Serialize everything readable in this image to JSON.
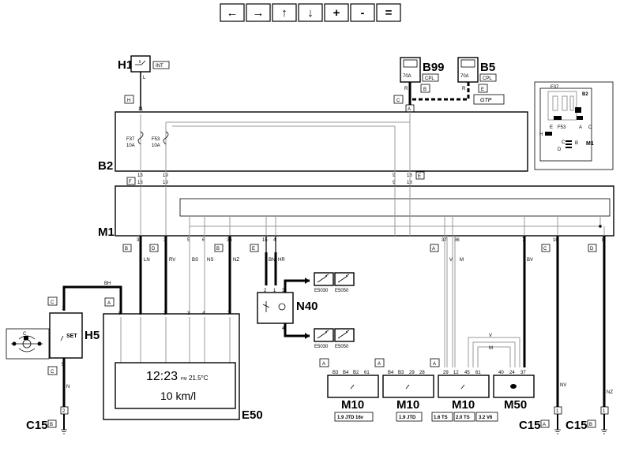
{
  "toolbar": {
    "left": "←",
    "right": "→",
    "up": "↑",
    "down": "↓",
    "zoom_in": "+",
    "zoom_out": "-",
    "reset": "="
  },
  "components": {
    "H1": "H1",
    "H1_tag": "INT",
    "B99": "B99",
    "B99_amp": "70A",
    "B99_tag": "CPL",
    "B5": "B5",
    "B5_amp": "70A",
    "B5_tag": "CPL",
    "gtp": "GTP",
    "B2": "B2",
    "M1": "M1",
    "N40": "N40",
    "H5": "H5",
    "H5_set": "SET",
    "E50": "E50",
    "M50": "M50",
    "M10": "M10",
    "C15": "C15"
  },
  "fuses": {
    "f37": "F37",
    "f37_amp": "10A",
    "f53": "F53",
    "f53_amp": "10A"
  },
  "connectors": {
    "H": "H",
    "C": "C",
    "B": "B",
    "E": "E",
    "F": "F",
    "D": "D",
    "A": "A"
  },
  "pins": {
    "p11": "11",
    "p13": "13",
    "p19": "19",
    "p9": "9",
    "p18": "18",
    "p31": "31",
    "p3": "3",
    "p5": "5",
    "p6": "6",
    "p36": "36",
    "p15": "15",
    "p4": "4",
    "p37": "37",
    "p7": "7",
    "p10": "10",
    "p8": "8",
    "p2": "2",
    "p1": "1"
  },
  "wires": {
    "L": "L",
    "R": "R",
    "LN": "LN",
    "RV": "RV",
    "BS": "BS",
    "NS": "NS",
    "NZ": "NZ",
    "BN": "BN",
    "HR": "HR",
    "V": "V",
    "M": "M",
    "BV": "BV",
    "NV": "NV",
    "BH": "BH",
    "N": "N"
  },
  "e50_display": {
    "time": "12:23",
    "pm": "PM",
    "temp": "21.5°C",
    "range": "10 km/l",
    "pins": [
      "8",
      "1",
      "2",
      "3",
      "4",
      "7"
    ]
  },
  "n40_pins": [
    "2",
    "1",
    "3",
    "4"
  ],
  "ecu_refs": [
    "E5030",
    "E5050"
  ],
  "m10_units": [
    {
      "pins": [
        "B3",
        "B4",
        "B2",
        "61"
      ],
      "variant": [
        "1.9 JTD 16v"
      ]
    },
    {
      "pins": [
        "B4",
        "B3",
        "29",
        "28"
      ],
      "variant": [
        "1.9 JTD"
      ]
    },
    {
      "pins": [
        "29",
        "12",
        "45",
        "61"
      ],
      "variant": [
        "1.6 TS",
        "2.0 TS",
        "3.2 V6"
      ]
    }
  ],
  "m50_pins": [
    "40",
    "24",
    "37"
  ],
  "inset": {
    "title": "F37",
    "b2": "B2",
    "e": "E",
    "f53": "F53",
    "a": "A",
    "c": "C",
    "m1": "M1",
    "h": "H",
    "b": "B",
    "d": "D"
  },
  "colors": {
    "wire": "#000000",
    "bus": "#999999",
    "background": "#ffffff"
  }
}
